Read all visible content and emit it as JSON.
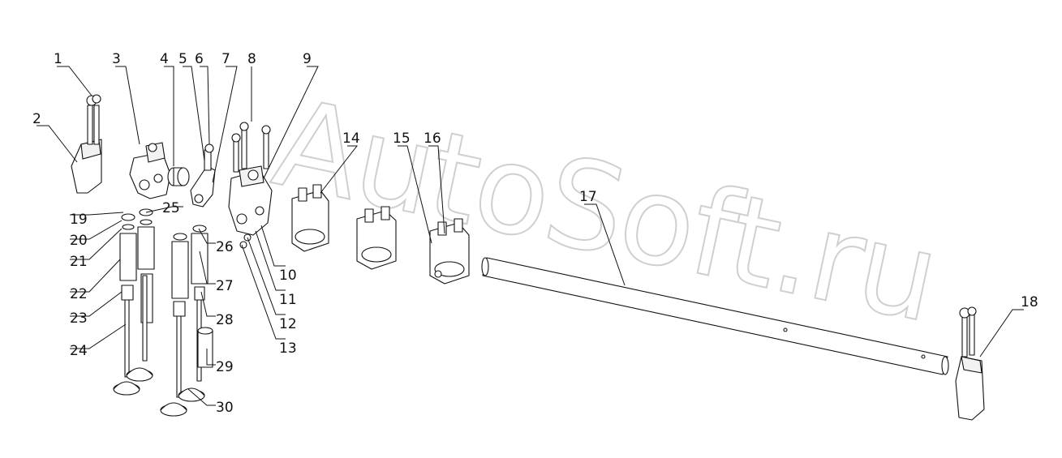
{
  "watermark": "AutoSoft.ru",
  "callouts": [
    {
      "id": "1",
      "label": "1"
    },
    {
      "id": "2",
      "label": "2"
    },
    {
      "id": "3",
      "label": "3"
    },
    {
      "id": "4",
      "label": "4"
    },
    {
      "id": "5",
      "label": "5"
    },
    {
      "id": "6",
      "label": "6"
    },
    {
      "id": "7",
      "label": "7"
    },
    {
      "id": "8",
      "label": "8"
    },
    {
      "id": "9",
      "label": "9"
    },
    {
      "id": "10",
      "label": "10"
    },
    {
      "id": "11",
      "label": "11"
    },
    {
      "id": "12",
      "label": "12"
    },
    {
      "id": "13",
      "label": "13"
    },
    {
      "id": "14",
      "label": "14"
    },
    {
      "id": "15",
      "label": "15"
    },
    {
      "id": "16",
      "label": "16"
    },
    {
      "id": "17",
      "label": "17"
    },
    {
      "id": "18",
      "label": "18"
    },
    {
      "id": "19",
      "label": "19"
    },
    {
      "id": "20",
      "label": "20"
    },
    {
      "id": "21",
      "label": "21"
    },
    {
      "id": "22",
      "label": "22"
    },
    {
      "id": "23",
      "label": "23"
    },
    {
      "id": "24",
      "label": "24"
    },
    {
      "id": "25",
      "label": "25"
    },
    {
      "id": "26",
      "label": "26"
    },
    {
      "id": "27",
      "label": "27"
    },
    {
      "id": "28",
      "label": "28"
    },
    {
      "id": "29",
      "label": "29"
    },
    {
      "id": "30",
      "label": "30"
    }
  ]
}
